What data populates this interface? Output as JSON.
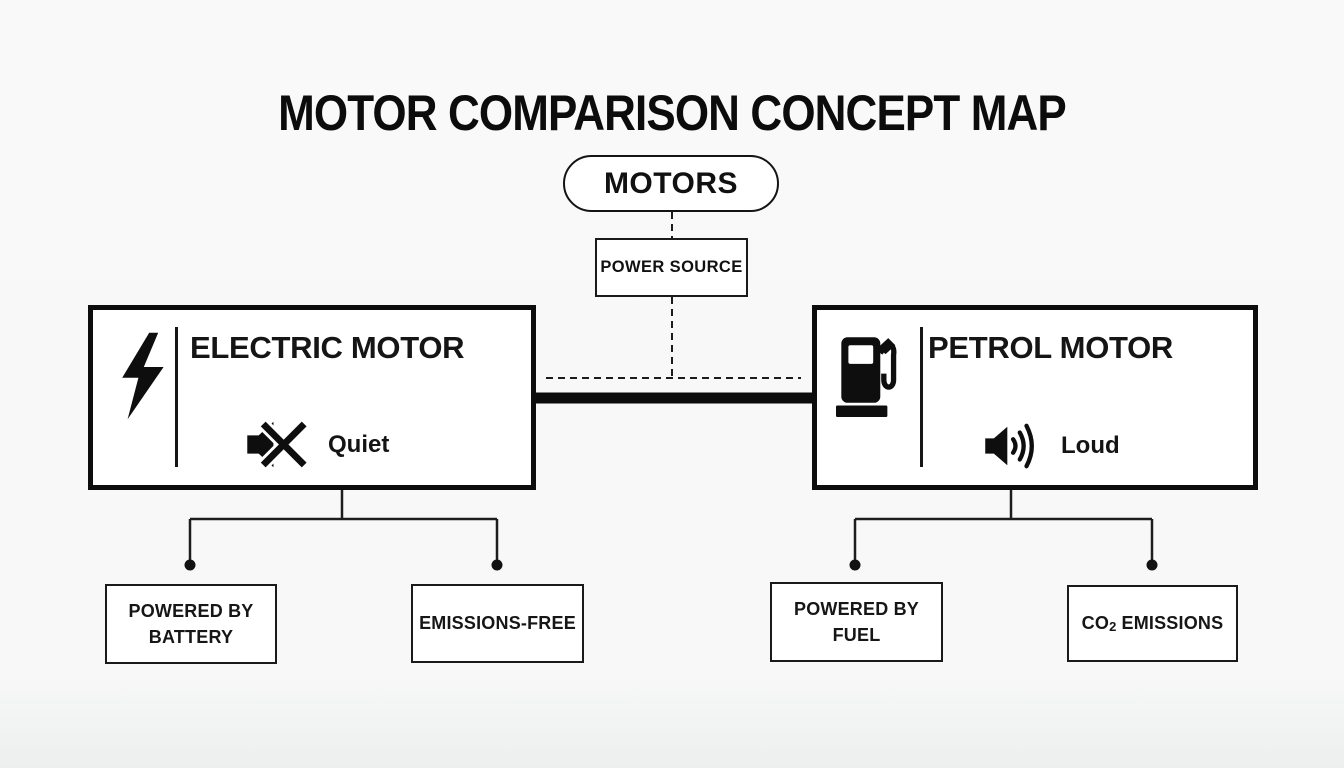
{
  "page": {
    "title": "MOTOR COMPARISON CONCEPT MAP"
  },
  "nodes": {
    "root": {
      "label": "MOTORS"
    },
    "power_source": {
      "label": "POWER SOURCE"
    },
    "electric": {
      "title": "ELECTRIC MOTOR",
      "icon": "lightning-bolt",
      "sound": {
        "icon": "muted-speaker",
        "label": "Quiet"
      }
    },
    "petrol": {
      "title": "PETROL MOTOR",
      "icon": "fuel-pump",
      "sound": {
        "icon": "speaker-loud",
        "label": "Loud"
      }
    },
    "leaves": {
      "battery": {
        "line1": "POWERED BY",
        "line2": "BATTERY"
      },
      "emissions_free": {
        "label": "EMISSIONS-FREE"
      },
      "fuel": {
        "line1": "POWERED BY",
        "line2": "FUEL"
      },
      "co2": {
        "pre": "CO",
        "sub": "2",
        "post": "EMISSIONS"
      }
    }
  },
  "colors": {
    "ink": "#111111",
    "background": "#f7f8f7",
    "node_fill": "#ffffff"
  }
}
